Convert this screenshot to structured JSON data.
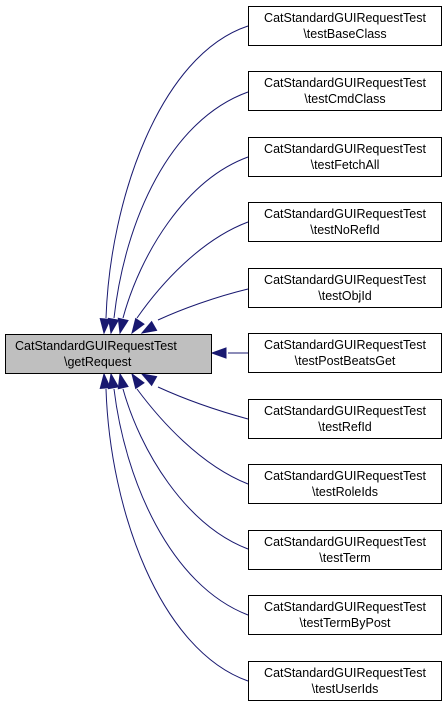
{
  "diagram": {
    "center_node": {
      "line1": "CatStandardGUIRequestTest",
      "line2": "\\getRequest"
    },
    "caller_nodes": [
      {
        "line1": "CatStandardGUIRequestTest",
        "line2": "\\testBaseClass"
      },
      {
        "line1": "CatStandardGUIRequestTest",
        "line2": "\\testCmdClass"
      },
      {
        "line1": "CatStandardGUIRequestTest",
        "line2": "\\testFetchAll"
      },
      {
        "line1": "CatStandardGUIRequestTest",
        "line2": "\\testNoRefId"
      },
      {
        "line1": "CatStandardGUIRequestTest",
        "line2": "\\testObjId"
      },
      {
        "line1": "CatStandardGUIRequestTest",
        "line2": "\\testPostBeatsGet"
      },
      {
        "line1": "CatStandardGUIRequestTest",
        "line2": "\\testRefId"
      },
      {
        "line1": "CatStandardGUIRequestTest",
        "line2": "\\testRoleIds"
      },
      {
        "line1": "CatStandardGUIRequestTest",
        "line2": "\\testTerm"
      },
      {
        "line1": "CatStandardGUIRequestTest",
        "line2": "\\testTermByPost"
      },
      {
        "line1": "CatStandardGUIRequestTest",
        "line2": "\\testUserIds"
      }
    ],
    "colors": {
      "edge": "#191970",
      "center_fill": "#bfbfbf",
      "node_fill": "#ffffff",
      "border": "#000000"
    }
  }
}
